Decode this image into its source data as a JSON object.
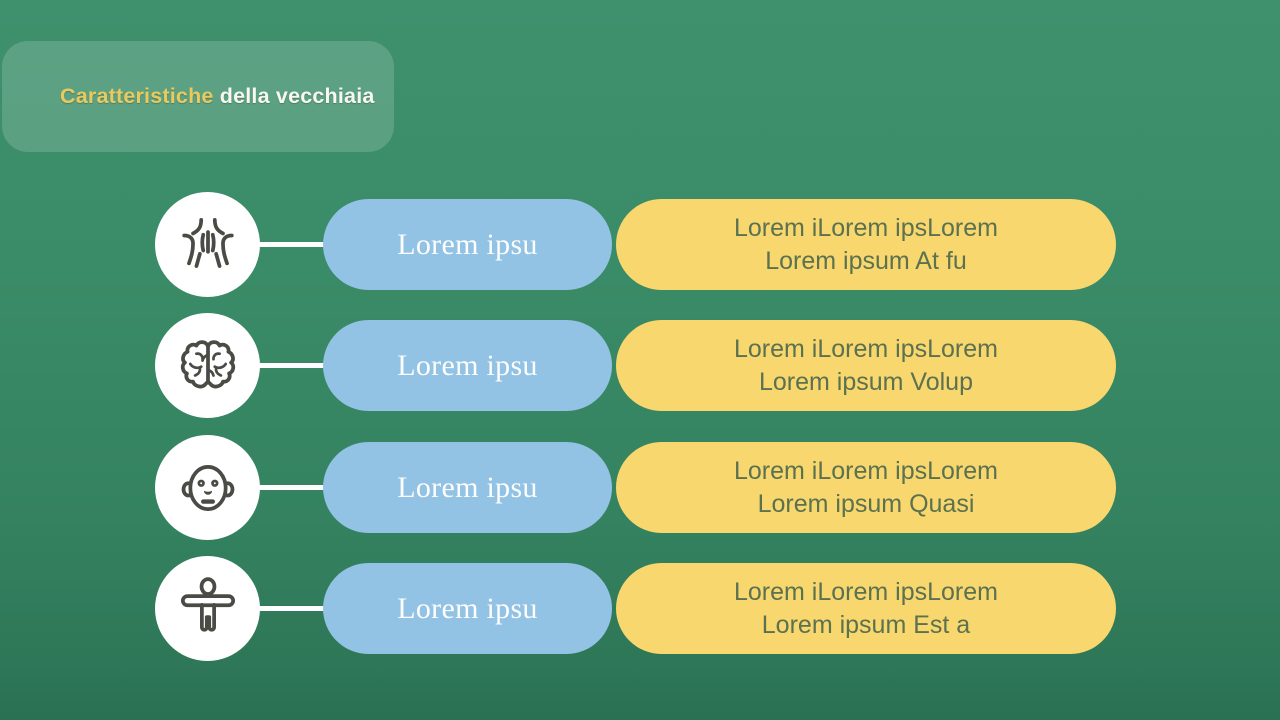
{
  "title": {
    "highlight": "Caratteristiche",
    "rest": " della vecchiaia"
  },
  "colors": {
    "background_green": "#388a66",
    "badge_green": "rgba(255,255,255,0.16)",
    "title_highlight": "#eac95f",
    "title_rest": "#f8f7f2",
    "label_pill_blue": "#92c3e4",
    "label_text_white": "#fdfdfd",
    "desc_pill_yellow": "#f8d76e",
    "desc_text_green": "#5b7150",
    "icon_stroke": "#4a4b44"
  },
  "rows": [
    {
      "icon": "wrinkles-icon",
      "label": "Lorem ipsu",
      "desc_line1": "Lorem iLorem ipsLorem",
      "desc_line2": "Lorem ipsum At fu"
    },
    {
      "icon": "brain-icon",
      "label": "Lorem ipsu",
      "desc_line1": "Lorem iLorem ipsLorem",
      "desc_line2": "Lorem ipsum Volup"
    },
    {
      "icon": "old-face-icon",
      "label": "Lorem ipsu",
      "desc_line1": "Lorem iLorem ipsLorem",
      "desc_line2": "Lorem ipsum Quasi"
    },
    {
      "icon": "body-icon",
      "label": "Lorem ipsu",
      "desc_line1": "Lorem iLorem ipsLorem",
      "desc_line2": "Lorem ipsum Est a"
    }
  ]
}
